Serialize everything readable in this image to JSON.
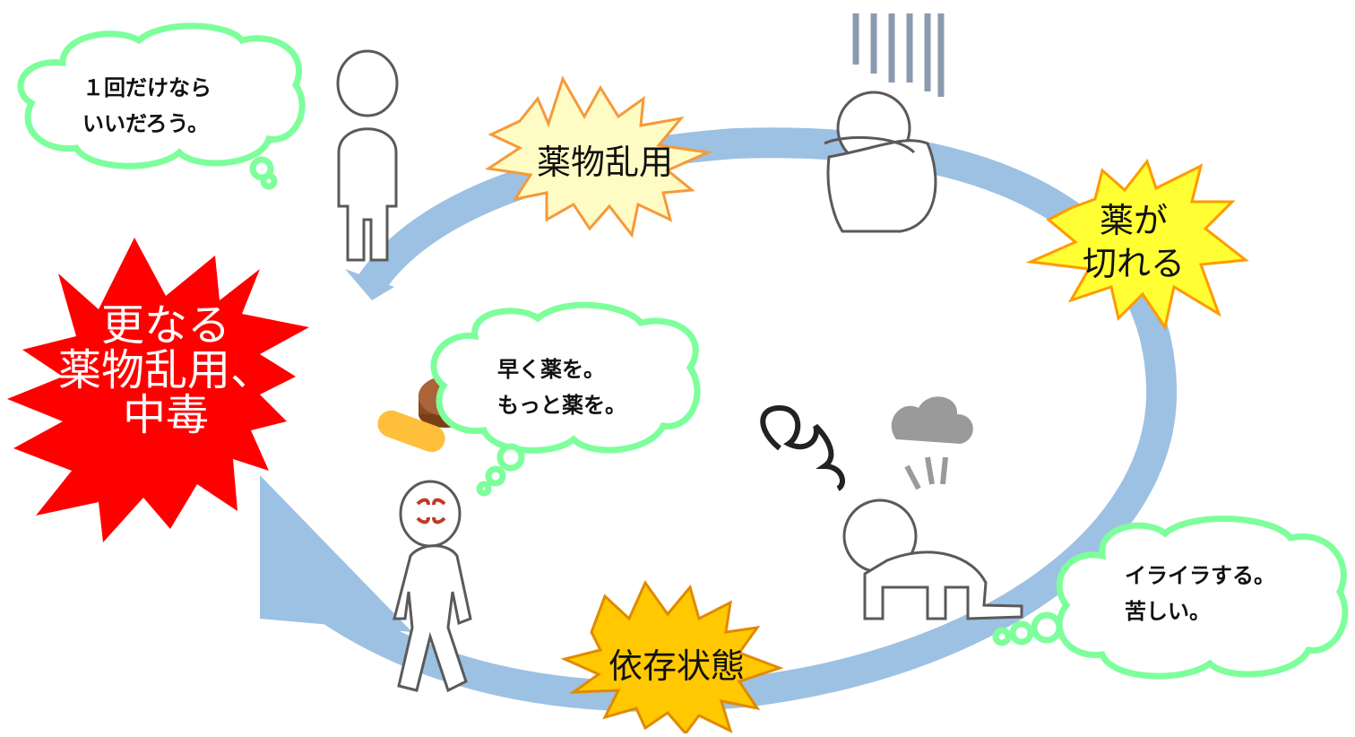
{
  "bubbles": {
    "once": {
      "line1": "１回だけなら",
      "line2": "いいだろう。"
    },
    "craving": {
      "line1": "早く薬を。",
      "line2": "もっと薬を。"
    },
    "irritation": {
      "line1": "イライラする。",
      "line2": "苦しい。"
    }
  },
  "bursts": {
    "abuse": "薬物乱用",
    "wear_off": {
      "line1": "薬が",
      "line2": "切れる"
    },
    "dependence": "依存状態",
    "addiction": {
      "line1": "更なる",
      "line2": "薬物乱用、",
      "line3": "中毒"
    }
  },
  "colors": {
    "cycle_arrow": "#9dc1e3",
    "thought_fill": "#ffffff",
    "thought_stroke": "#7dff9b",
    "burst_pale": "#fffbc4",
    "burst_pale_stroke": "#f59a3a",
    "burst_yellow": "#ffff33",
    "burst_yellow_stroke": "#ff9a00",
    "burst_gold": "#ffc800",
    "burst_red": "#ff0000",
    "figure_stroke": "#5a5a5a",
    "anger_mark": "#c0392b",
    "pill_tablet": "#a0522d",
    "pill_capsule": "#ffbf3a"
  },
  "icons": [
    "standing-person-icon",
    "crouching-person-icon",
    "crawling-person-icon",
    "walking-person-icon",
    "tablet-pill-icon",
    "capsule-icon",
    "anger-vein-icon",
    "gloom-lines-icon",
    "sigh-cloud-icon",
    "swirl-icon"
  ]
}
